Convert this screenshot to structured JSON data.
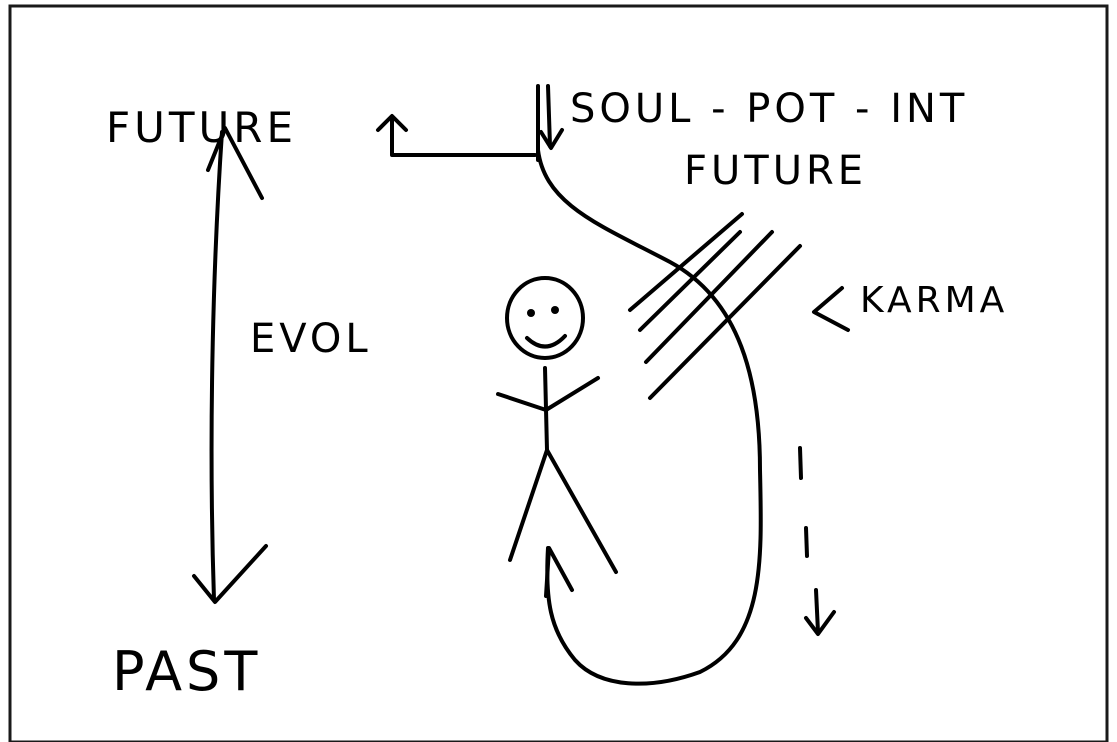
{
  "labels": {
    "future_left": "FUTURE",
    "evol": "EVOL",
    "past": "PAST",
    "soul_pot_int": "SOUL - POT - INT",
    "future_right": "FUTURE",
    "karma": "KARMA"
  },
  "colors": {
    "ink": "#000000",
    "paper": "#ffffff",
    "frame": "#1a1a1a"
  }
}
